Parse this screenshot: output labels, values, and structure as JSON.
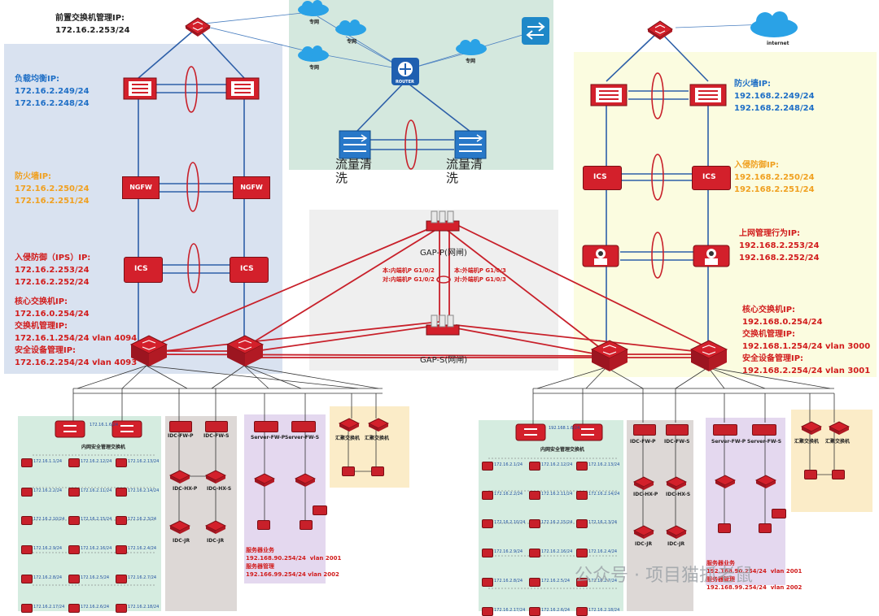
{
  "left": {
    "front_switch_ip": "前置交换机管理IP:\n172.16.2.253/24",
    "lb_ip": "负载均衡IP:\n172.16.2.249/24\n172.16.2.248/24",
    "fw_ip": "防火墙IP:\n172.16.2.250/24\n172.16.2.251/24",
    "ips_ip": "入侵防御（IPS）IP:\n172.16.2.253/24\n172.16.2.252/24",
    "core_ip": "核心交换机IP:\n172.16.0.254/24\n交换机管理IP:\n172.16.1.254/24 vlan 4094\n安全设备管理IP:\n172.16.2.254/24 vlan 4093",
    "ngfw_label": "NGFW",
    "ics_label": "ICS"
  },
  "center": {
    "cloud_label": "专网",
    "router_label": "ROUTER",
    "scrub_left": "流量清\n洗",
    "scrub_right": "流量清\n洗",
    "gap_p": "GAP-P(网闸)",
    "gap_s": "GAP-S(网闸)",
    "gap_port_left": "本:内端机P G1/0/2\n对:内端机P G1/0/2",
    "gap_port_right": "本:外端机P G1/0/3\n对:外端机P G1/0/3"
  },
  "right": {
    "internet_label": "internet",
    "fw_ip": "防火墙IP:\n192.168.2.249/24\n192.168.2.248/24",
    "ips_ip": "入侵防御IP:\n192.168.2.250/24\n192.168.2.251/24",
    "behavior_ip": "上网管理行为IP:\n192.168.2.253/24\n192.168.2.252/24",
    "core_ip": "核心交换机IP:\n192.168.0.254/24\n交换机管理IP:\n192.168.1.254/24 vlan 3000\n安全设备管理IP:\n192.168.2.254/24 vlan 3001"
  },
  "bottom_left": {
    "inner_switch": "内网安全管理交换机",
    "inner_ip": "172.16.1.6/24",
    "idc_fw_p": "IDC-FW-P",
    "idc_fw_s": "IDC-FW-S",
    "idc_hx_p": "IDC-HX-P",
    "idc_hx_s": "IDC-HX-S",
    "idc_jr_1": "IDC-JR",
    "idc_jr_2": "IDC-JR",
    "server_fw_p": "Server-FW-P",
    "server_fw_s": "Server-FW-S",
    "agg_switch_1": "汇聚交换机",
    "agg_switch_2": "汇聚交换机",
    "server_business": "服务器业务\n192.168.90.254/24  vlan 2001\n服务器管理\n192.166.99.254/24 vlan 2002",
    "ips_list": [
      "172.16.1.1/24",
      "172.16.2.12/24",
      "172.16.2.13/24",
      "172.16.2.2/24",
      "172.16.2.11/24",
      "172.16.2.14/24",
      "172.16.2.10/24",
      "172.16.2.15/24",
      "172.16.2.3/24",
      "172.16.2.9/24",
      "172.16.2.16/24",
      "172.16.2.4/24",
      "172.16.2.8/24",
      "172.16.2.5/24",
      "172.16.2.7/24",
      "172.16.2.17/24",
      "172.16.2.6/24",
      "172.16.2.18/24"
    ]
  },
  "bottom_right": {
    "inner_switch": "内网安全管理交换机",
    "inner_ip": "192.168.1.6/24",
    "idc_fw_p": "IDC-FW-P",
    "idc_fw_s": "IDC-FW-S",
    "idc_hx_p": "IDC-HX-P",
    "idc_hx_s": "IDC-HX-S",
    "idc_jr_1": "IDC-JR",
    "idc_jr_2": "IDC-JR",
    "server_fw_p": "Server-FW-P",
    "server_fw_s": "Server-FW-S",
    "agg_switch_1": "汇聚交换机",
    "agg_switch_2": "汇聚交换机",
    "server_business": "服务器业务\n192.168.90.254/24  vlan 2001\n服务器管理\n192.168.99.254/24  vlan 2002",
    "ips_list": [
      "172.16.2.1/24",
      "172.16.2.12/24",
      "172.16.2.13/24",
      "172.16.2.2/24",
      "172.16.2.11/24",
      "172.16.2.14/24",
      "172.16.2.10/24",
      "172.16.2.15/24",
      "172.16.2.3/24",
      "172.16.2.9/24",
      "172.16.2.16/24",
      "172.16.2.4/24",
      "172.16.2.8/24",
      "172.16.2.5/24",
      "172.16.2.7/24",
      "172.16.2.17/24",
      "172.16.2.6/24",
      "172.16.2.18/24"
    ]
  },
  "watermark": "公众号 · 项目猫抓老鼠",
  "colors": {
    "zone_blue": "#d9e2f0",
    "zone_green": "#d4e8de",
    "zone_gray": "#efefef",
    "zone_yellow": "#fbfce0",
    "zone_bl_green": "#d5ece0",
    "zone_bl_gray": "#ddd8d6",
    "zone_bl_purple": "#e4d8ef",
    "zone_bl_orange": "#fbecc8",
    "device_red": "#d3202b",
    "wire_red": "#c8202a",
    "wire_blue": "#2d5fa8",
    "text_blue": "#1f6fc6",
    "text_orange": "#f0a020",
    "text_red": "#d11c1c"
  }
}
